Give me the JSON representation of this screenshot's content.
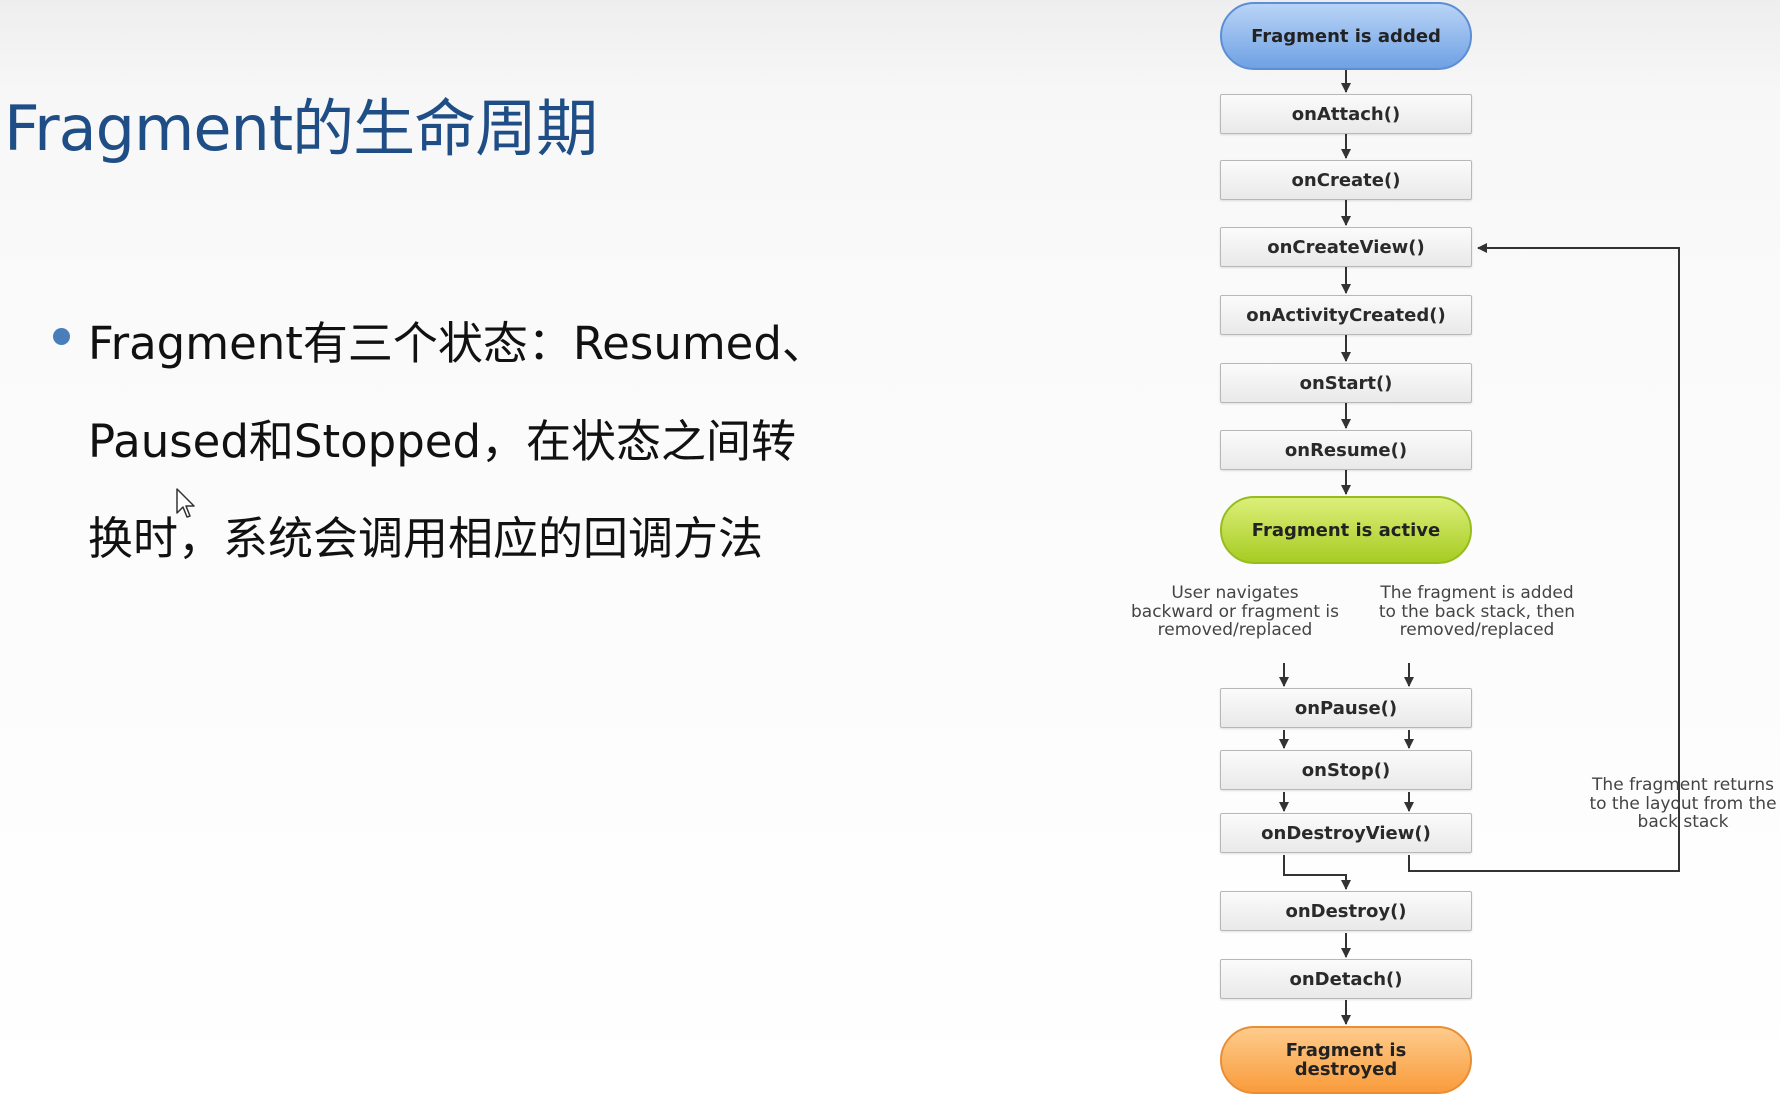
{
  "slide": {
    "title": "Fragment的生命周期",
    "bullet_lines": [
      "Fragment有三个状态：Resumed、",
      "Paused和Stopped，在状态之间转",
      "换时，系统会调用相应的回调方法"
    ]
  },
  "diagram": {
    "start": "Fragment is added",
    "active": "Fragment is active",
    "end": "Fragment is destroyed",
    "callbacks": {
      "on_attach": "onAttach()",
      "on_create": "onCreate()",
      "on_create_view": "onCreateView()",
      "on_activity_created": "onActivityCreated()",
      "on_start": "onStart()",
      "on_resume": "onResume()",
      "on_pause": "onPause()",
      "on_stop": "onStop()",
      "on_destroy_view": "onDestroyView()",
      "on_destroy": "onDestroy()",
      "on_detach": "onDetach()"
    },
    "notes": {
      "left_branch": "User navigates backward or fragment is removed/replaced",
      "right_branch": "The fragment is added to the back stack, then removed/replaced",
      "return_loop": "The fragment returns to the layout from the back stack"
    },
    "colors": {
      "start": "#7aa9e8",
      "active": "#b5d634",
      "end": "#fbad5c",
      "title": "#1f4e86",
      "bullet": "#4a7ebb"
    }
  }
}
